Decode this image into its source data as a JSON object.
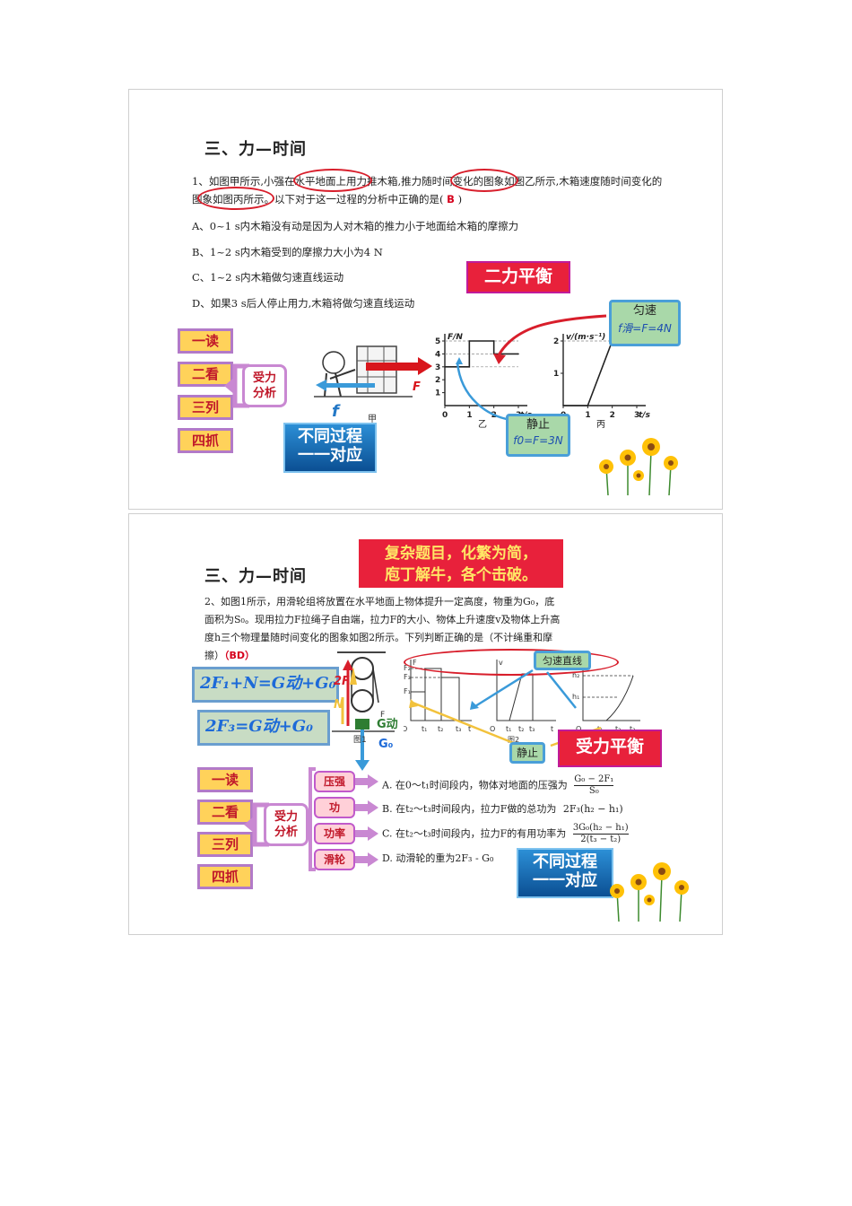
{
  "slide1": {
    "title": "三、力—时间",
    "question": "1、如图甲所示,小强在水平地面上用力推木箱,推力随时间变化的图象如图乙所示,木箱速度随时间变化的图象如图丙所示。以下对于这一过程的分析中正确的是(",
    "answer": "B",
    "question_close": ")",
    "options": [
      "A、0~1 s内木箱没有动是因为人对木箱的推力小于地面给木箱的摩擦力",
      "B、1~2 s内木箱受到的摩擦力大小为4 N",
      "C、1~2 s内木箱做匀速直线运动",
      "D、如果3 s后人停止用力,木箱将做匀速直线运动"
    ],
    "banner_balance": "二力平衡",
    "banner_process": [
      "不同过程",
      "一一对应"
    ],
    "steps": [
      "一读",
      "二看",
      "三列",
      "四抓"
    ],
    "analyze": [
      "受力",
      "分析"
    ],
    "box_uniform": {
      "title": "匀速",
      "formula": "f滑=F=4N"
    },
    "box_rest": {
      "title": "静止",
      "formula": "f0=F=3N"
    },
    "fig_jia": {
      "caption": "甲",
      "force_label": "F",
      "friction_label": "f"
    },
    "chart_yi": {
      "caption": "乙",
      "ylabel": "F/N",
      "xlabel": "t/s"
    },
    "chart_bing": {
      "caption": "丙",
      "ylabel": "v/(m·s⁻¹)",
      "xlabel": "t/s"
    }
  },
  "slide2": {
    "title": "三、力—时间",
    "banner_complex": [
      "复杂题目，化繁为简，",
      "庖丁解牛，各个击破。"
    ],
    "question_lines": [
      "2、如图1所示，用滑轮组将放置在水平地面上物体提升一定高度，物重为G₀，底",
      "面积为S₀。现用拉力F拉绳子自由端，拉力F的大小、物体上升速度v及物体上升高",
      "度h三个物理量随时间变化的图象如图2所示。下列判断正确的是（不计绳重和摩"
    ],
    "question_tail": "擦）",
    "answer": "（BD）",
    "formula1": "2F₁+N=G动+G₀",
    "formula2": "2F₃=G动+G₀",
    "label_uniform": "匀速直线",
    "label_rest": "静止",
    "banner_balance": "受力平衡",
    "banner_process": [
      "不同过程",
      "一一对应"
    ],
    "steps": [
      "一读",
      "二看",
      "三列",
      "四抓"
    ],
    "analyze": [
      "受力",
      "分析"
    ],
    "pills": [
      "压强",
      "功",
      "功率",
      "滑轮"
    ],
    "options": [
      "A. 在0～t₁时间段内，物体对地面的压强为",
      "B. 在t₂～t₃时间段内，拉力F做的总功为",
      "C. 在t₂～t₃时间段内，拉力F的有用功率为",
      "D. 动滑轮的重为2F₃ - G₀"
    ],
    "option_formulas": {
      "a_num": "G₀ − 2F₁",
      "a_den": "S₀",
      "b": "2F₃(h₂ − h₁)",
      "c_num": "3G₀(h₂ − h₁)",
      "c_den": "2(t₃ − t₂)"
    },
    "fig1_caption": "图1",
    "fig2_caption": "图2",
    "pulley_labels": {
      "two_f": "2F",
      "n": "N",
      "f": "F",
      "g_dong": "G动",
      "g0": "G₀"
    },
    "graph_labels": {
      "f": "F",
      "f1": "F₁",
      "f2": "F₂",
      "f3": "F₃",
      "v": "v",
      "h": "h",
      "h1": "h₁",
      "h2": "h₂",
      "o": "O",
      "t": "t",
      "t1": "t₁",
      "t2": "t₂",
      "t3": "t₃"
    }
  },
  "chart_data": [
    {
      "type": "line",
      "title": "",
      "xlabel": "t/s",
      "ylabel": "F/N",
      "x": [
        0,
        1,
        1,
        2,
        2,
        3
      ],
      "y": [
        3,
        3,
        5,
        5,
        4,
        4
      ],
      "xlim": [
        0,
        3
      ],
      "ylim": [
        0,
        5
      ],
      "xticks": [
        0,
        1,
        2,
        3
      ],
      "yticks": [
        1,
        2,
        3,
        4,
        5
      ]
    },
    {
      "type": "line",
      "title": "",
      "xlabel": "t/s",
      "ylabel": "v/(m·s⁻¹)",
      "x": [
        0,
        1,
        2,
        3
      ],
      "y": [
        0,
        0,
        2,
        2
      ],
      "xlim": [
        0,
        3
      ],
      "ylim": [
        0,
        2
      ],
      "xticks": [
        0,
        1,
        2,
        3
      ],
      "yticks": [
        1,
        2
      ]
    }
  ],
  "colors": {
    "accent_red": "#e8213b",
    "banner_blue": "#0b4f93",
    "step_yellow": "#ffd25a",
    "step_border": "#b27ac8",
    "box_green": "#a9d8a9",
    "arrow_blue": "#3a9ad9"
  }
}
